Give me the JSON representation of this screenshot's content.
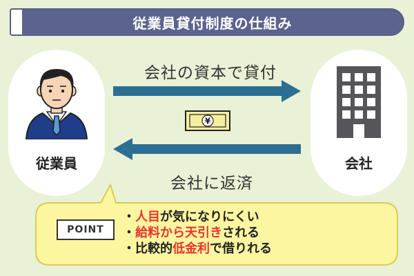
{
  "title": "従業員貸付制度の仕組み",
  "employee": {
    "label": "従業員",
    "icon": "businessman-icon"
  },
  "company": {
    "label": "会社",
    "icon": "office-building-icon"
  },
  "flow_to_company": {
    "label": "会社の資本で貸付",
    "icon": "arrow-right-icon"
  },
  "flow_to_employee": {
    "label": "会社に返済",
    "icon": "arrow-left-icon"
  },
  "money": {
    "symbol": "¥",
    "icon": "yen-banknote-icon"
  },
  "point": {
    "badge": "POINT",
    "items": [
      {
        "bullet": "・",
        "emphasis": "人目",
        "rest": "が気になりにくい"
      },
      {
        "bullet": "・",
        "emphasis": "給料から天引き",
        "rest": "される"
      },
      {
        "bullet": "・比較的",
        "emphasis": "低金利",
        "rest": "で借りれる"
      }
    ]
  },
  "colors": {
    "background": "#e9f2d6",
    "title_bar": "#5b638e",
    "arrow": "#2c6e94",
    "callout": "#fdf6a0",
    "emphasis": "#e8352d"
  }
}
